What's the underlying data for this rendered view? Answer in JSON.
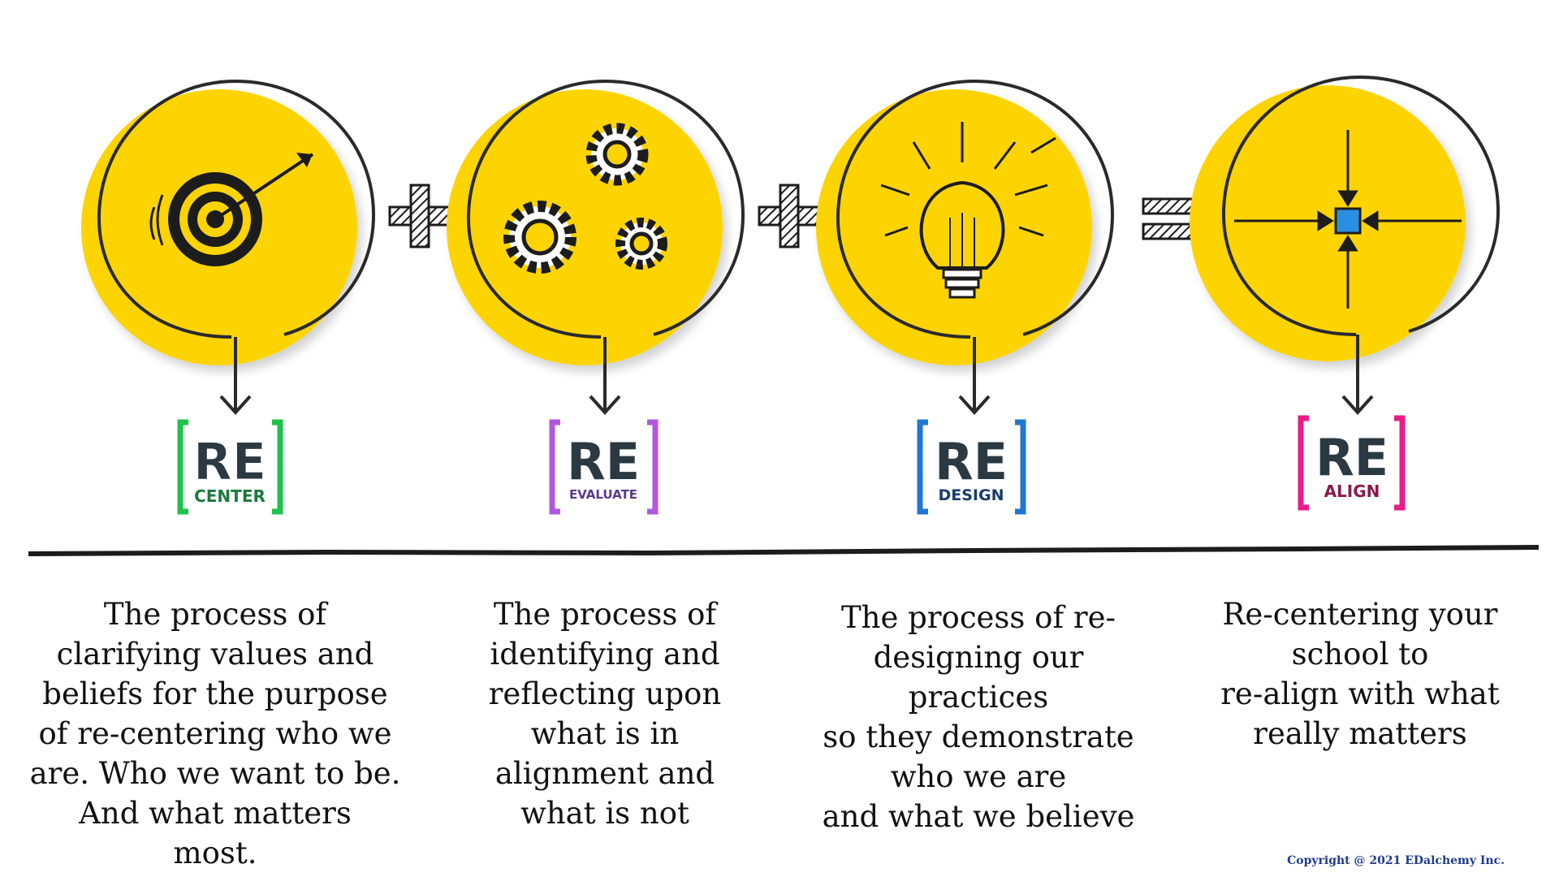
{
  "steps": [
    {
      "logo_main": "RE",
      "logo_sub": "CENTER",
      "icon": "target-arrow-icon",
      "color": "#1fc24a",
      "description": [
        "The process of",
        "clarifying values and",
        "beliefs for the purpose",
        "of re-centering who we",
        "are. Who we want to be.",
        "And what matters",
        "most."
      ]
    },
    {
      "logo_main": "RE",
      "logo_sub": "EVALUATE",
      "icon": "gears-icon",
      "color": "#b257e0",
      "description": [
        "The process of",
        "identifying and",
        "reflecting upon",
        "what is in",
        "alignment and",
        "what is not"
      ]
    },
    {
      "logo_main": "RE",
      "logo_sub": "DESIGN",
      "icon": "lightbulb-icon",
      "color": "#1f77d1",
      "description": [
        "The process of re-",
        "designing our",
        "practices",
        "so they demonstrate",
        "who we are",
        "and what we believe"
      ]
    },
    {
      "logo_main": "RE",
      "logo_sub": "ALIGN",
      "icon": "converging-arrows-icon",
      "color": "#ea1b8a",
      "description": [
        "Re-centering your",
        "school to",
        "re-align with what",
        "really matters"
      ]
    }
  ],
  "operators": [
    {
      "icon": "plus-icon"
    },
    {
      "icon": "plus-icon"
    },
    {
      "icon": "equals-icon"
    }
  ],
  "colors": {
    "circle_fill": "#fdd400",
    "ink": "#1c1c1c",
    "square_blue": "#2a8fe0"
  },
  "copyright": "Copyright @ 2021 EDalchemy Inc."
}
